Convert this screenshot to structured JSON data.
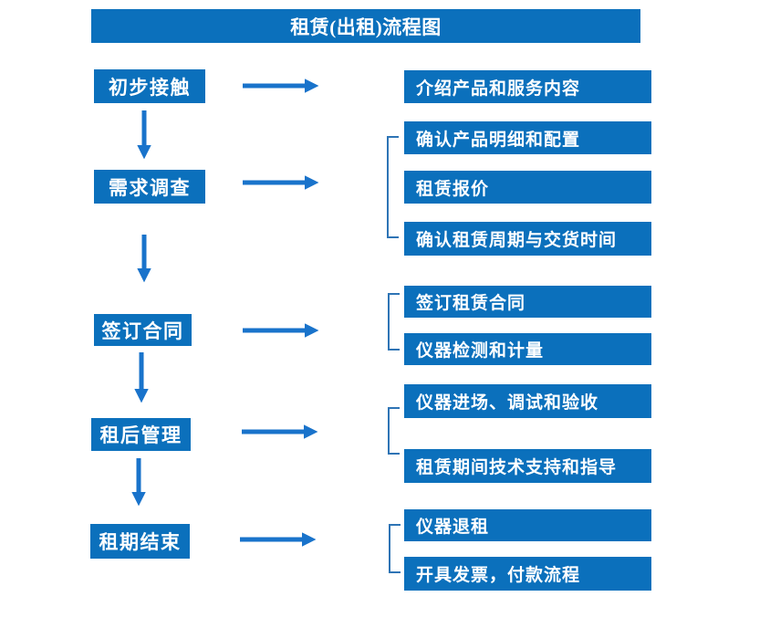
{
  "title": "租赁(出租)流程图",
  "colors": {
    "box_blue": "#0b70bc",
    "arrow_blue": "#1973cb",
    "bracket_blue": "#2e74b5",
    "text_white": "#ffffff",
    "background": "#ffffff"
  },
  "flow": {
    "steps": [
      {
        "label": "初步接触",
        "details": [
          "介绍产品和服务内容"
        ]
      },
      {
        "label": "需求调查",
        "details": [
          "确认产品明细和配置",
          "租赁报价",
          "确认租赁周期与交货时间"
        ]
      },
      {
        "label": "签订合同",
        "details": [
          "签订租赁合同",
          "仪器检测和计量"
        ]
      },
      {
        "label": "租后管理",
        "details": [
          "仪器进场、调试和验收",
          "租赁期间技术支持和指导"
        ]
      },
      {
        "label": "租期结束",
        "details": [
          "仪器退租",
          "开具发票，付款流程"
        ]
      }
    ]
  }
}
